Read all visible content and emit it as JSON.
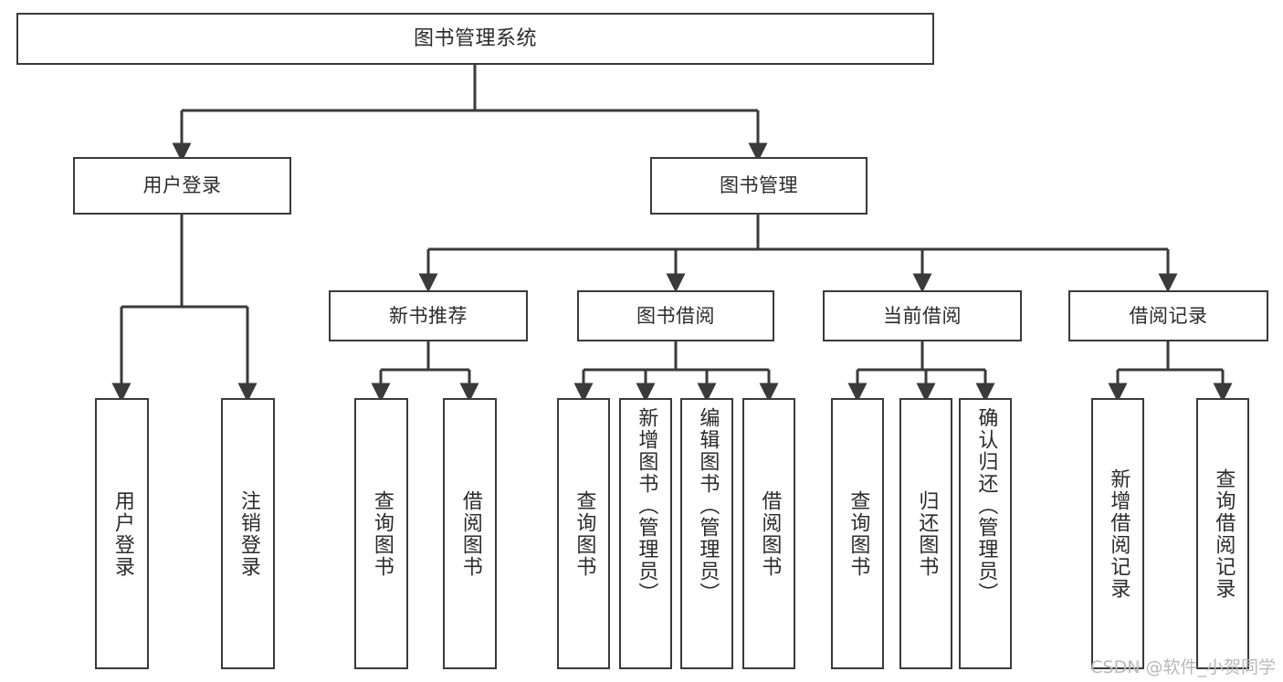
{
  "diagram": {
    "kind": "tree-structure-chart",
    "title": "图书管理系统",
    "colors": {
      "box_border": "#3a3a3a",
      "box_fill": "#ffffff",
      "edge": "#3a3a3a",
      "text": "#2b2b2b",
      "watermark": "#b9b9b9",
      "background": "#ffffff"
    },
    "root": {
      "label": "图书管理系统"
    },
    "level1": [
      {
        "label": "用户登录"
      },
      {
        "label": "图书管理"
      }
    ],
    "level2": [
      {
        "label": "新书推荐"
      },
      {
        "label": "图书借阅"
      },
      {
        "label": "当前借阅"
      },
      {
        "label": "借阅记录"
      }
    ],
    "leaves": {
      "user_login": [
        {
          "label": "用户登录"
        },
        {
          "label": "注销登录"
        }
      ],
      "new_book_recommend": [
        {
          "label": "查询图书"
        },
        {
          "label": "借阅图书"
        }
      ],
      "book_borrow": [
        {
          "label": "查询图书"
        },
        {
          "label": "新增图书（管理员）"
        },
        {
          "label": "编辑图书（管理员）"
        },
        {
          "label": "借阅图书"
        }
      ],
      "current_borrow": [
        {
          "label": "查询图书"
        },
        {
          "label": "归还图书"
        },
        {
          "label": "确认归还（管理员）"
        }
      ],
      "borrow_record": [
        {
          "label": "新增借阅记录"
        },
        {
          "label": "查询借阅记录"
        }
      ]
    }
  },
  "watermark": {
    "text": "CSDN @软件_小贺同学"
  }
}
